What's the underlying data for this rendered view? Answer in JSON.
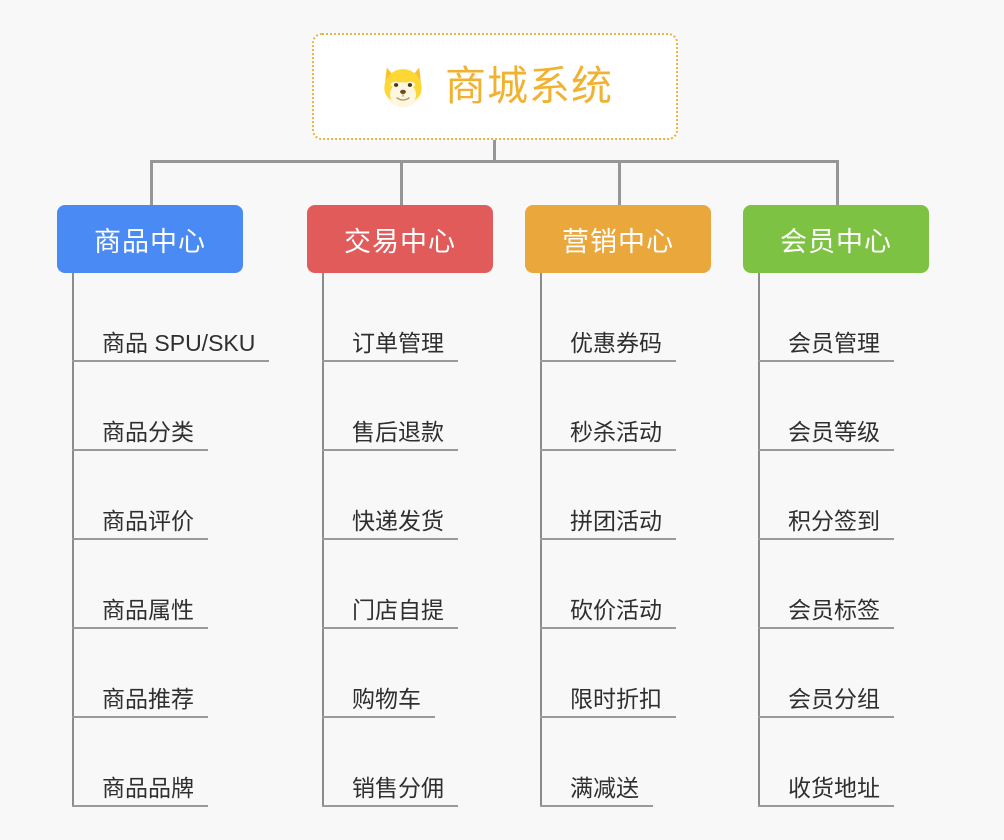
{
  "diagram": {
    "type": "mindmap-tree",
    "background_color": "#f8f8f8",
    "root": {
      "title": "商城系统",
      "icon": "shiba-dog-face-icon",
      "border_color": "#eab345",
      "text_color": "#f2b231",
      "background_color": "#ffffff"
    },
    "connector_color": "#969696",
    "branches": [
      {
        "label": "商品中心",
        "color": "#4a8af4",
        "items": [
          "商品 SPU/SKU",
          "商品分类",
          "商品评价",
          "商品属性",
          "商品推荐",
          "商品品牌"
        ]
      },
      {
        "label": "交易中心",
        "color": "#e25b5b",
        "items": [
          "订单管理",
          "售后退款",
          "快递发货",
          "门店自提",
          "购物车",
          "销售分佣"
        ]
      },
      {
        "label": "营销中心",
        "color": "#eaa73c",
        "items": [
          "优惠券码",
          "秒杀活动",
          "拼团活动",
          "砍价活动",
          "限时折扣",
          "满减送"
        ]
      },
      {
        "label": "会员中心",
        "color": "#7dc242",
        "items": [
          "会员管理",
          "会员等级",
          "积分签到",
          "会员标签",
          "会员分组",
          "收货地址"
        ]
      }
    ]
  }
}
